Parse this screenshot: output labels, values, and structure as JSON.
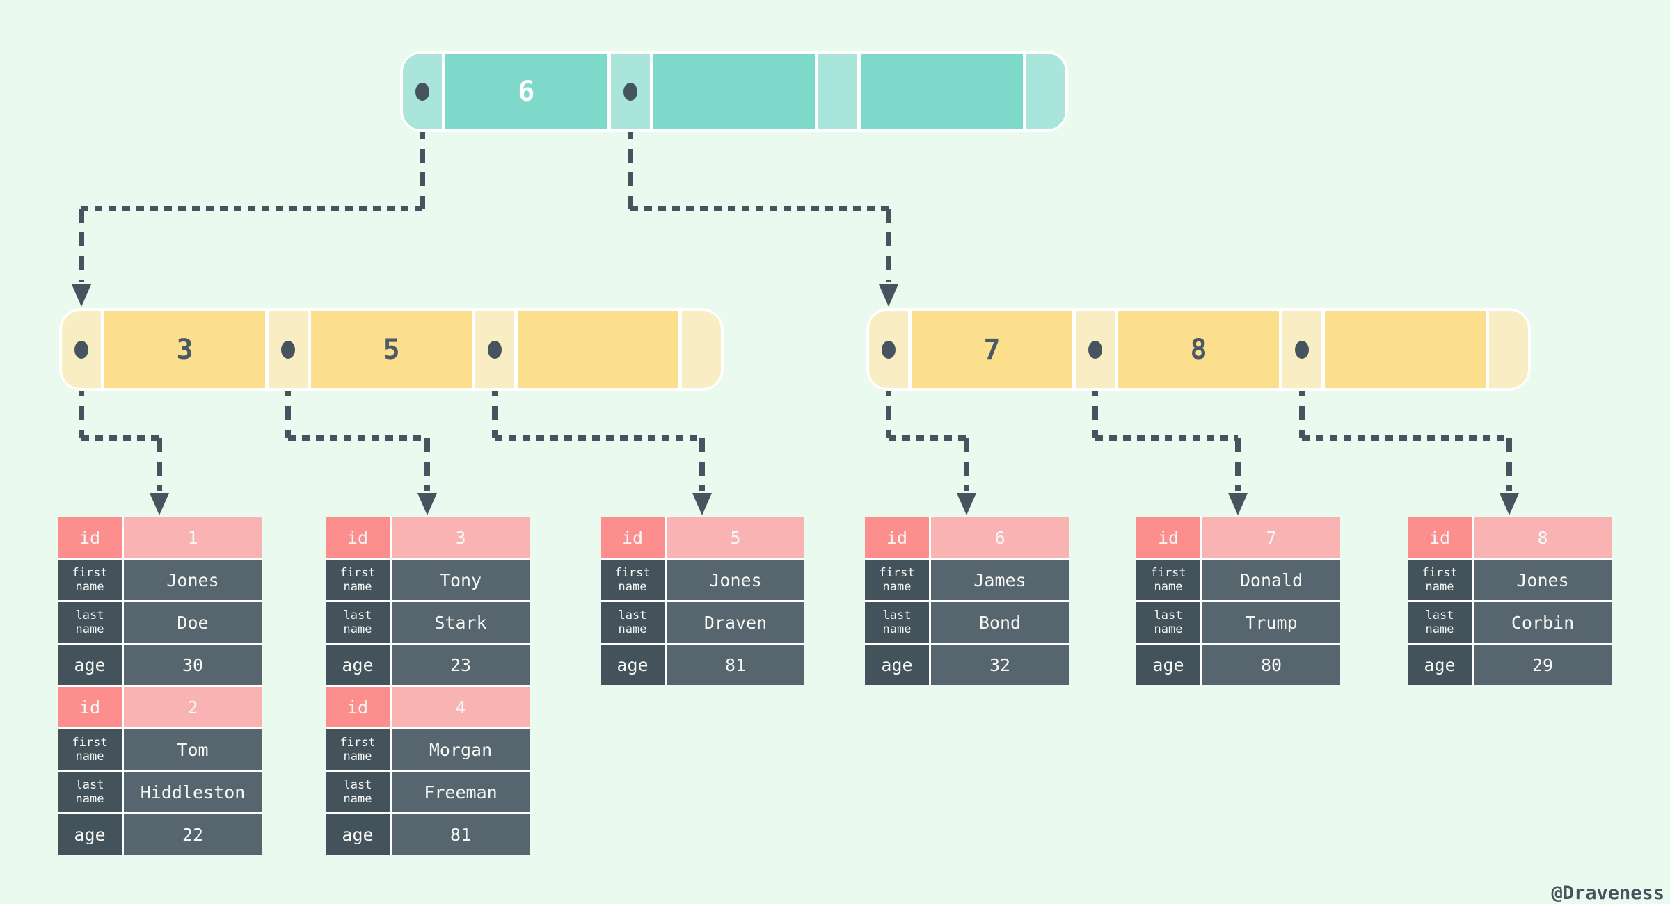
{
  "diagram": {
    "title_hint": "B+ tree index with row records",
    "watermark": "@Draveness",
    "colors": {
      "background": "#eafaef",
      "root_key_cell": "#7ed9cb",
      "root_pointer_cell": "#a9e5da",
      "internal_key_cell": "#fbdf8d",
      "internal_pointer_cell": "#f9eec3",
      "arrow": "#45545e",
      "id_label_cell": "#fc8e8e",
      "id_value_cell": "#f9b3b3",
      "attr_label_cell": "#44525c",
      "attr_value_cell": "#57656e",
      "separator": "#ffffff"
    }
  },
  "root_node": {
    "keys": [
      "6",
      "",
      ""
    ],
    "pointer_dots": [
      true,
      true,
      false
    ]
  },
  "internal_nodes": [
    {
      "keys": [
        "3",
        "5",
        ""
      ],
      "pointer_dots": [
        true,
        true,
        true
      ]
    },
    {
      "keys": [
        "7",
        "8",
        ""
      ],
      "pointer_dots": [
        true,
        true,
        true
      ]
    }
  ],
  "field_labels": {
    "id": "id",
    "first": [
      "first",
      "name"
    ],
    "last": [
      "last",
      "name"
    ],
    "age": "age"
  },
  "tables": [
    {
      "records": [
        {
          "id": "1",
          "first_name": "Jones",
          "last_name": "Doe",
          "age": "30"
        },
        {
          "id": "2",
          "first_name": "Tom",
          "last_name": "Hiddleston",
          "age": "22"
        }
      ]
    },
    {
      "records": [
        {
          "id": "3",
          "first_name": "Tony",
          "last_name": "Stark",
          "age": "23"
        },
        {
          "id": "4",
          "first_name": "Morgan",
          "last_name": "Freeman",
          "age": "81"
        }
      ]
    },
    {
      "records": [
        {
          "id": "5",
          "first_name": "Jones",
          "last_name": "Draven",
          "age": "81"
        }
      ]
    },
    {
      "records": [
        {
          "id": "6",
          "first_name": "James",
          "last_name": "Bond",
          "age": "32"
        }
      ]
    },
    {
      "records": [
        {
          "id": "7",
          "first_name": "Donald",
          "last_name": "Trump",
          "age": "80"
        }
      ]
    },
    {
      "records": [
        {
          "id": "8",
          "first_name": "Jones",
          "last_name": "Corbin",
          "age": "29"
        }
      ]
    }
  ]
}
